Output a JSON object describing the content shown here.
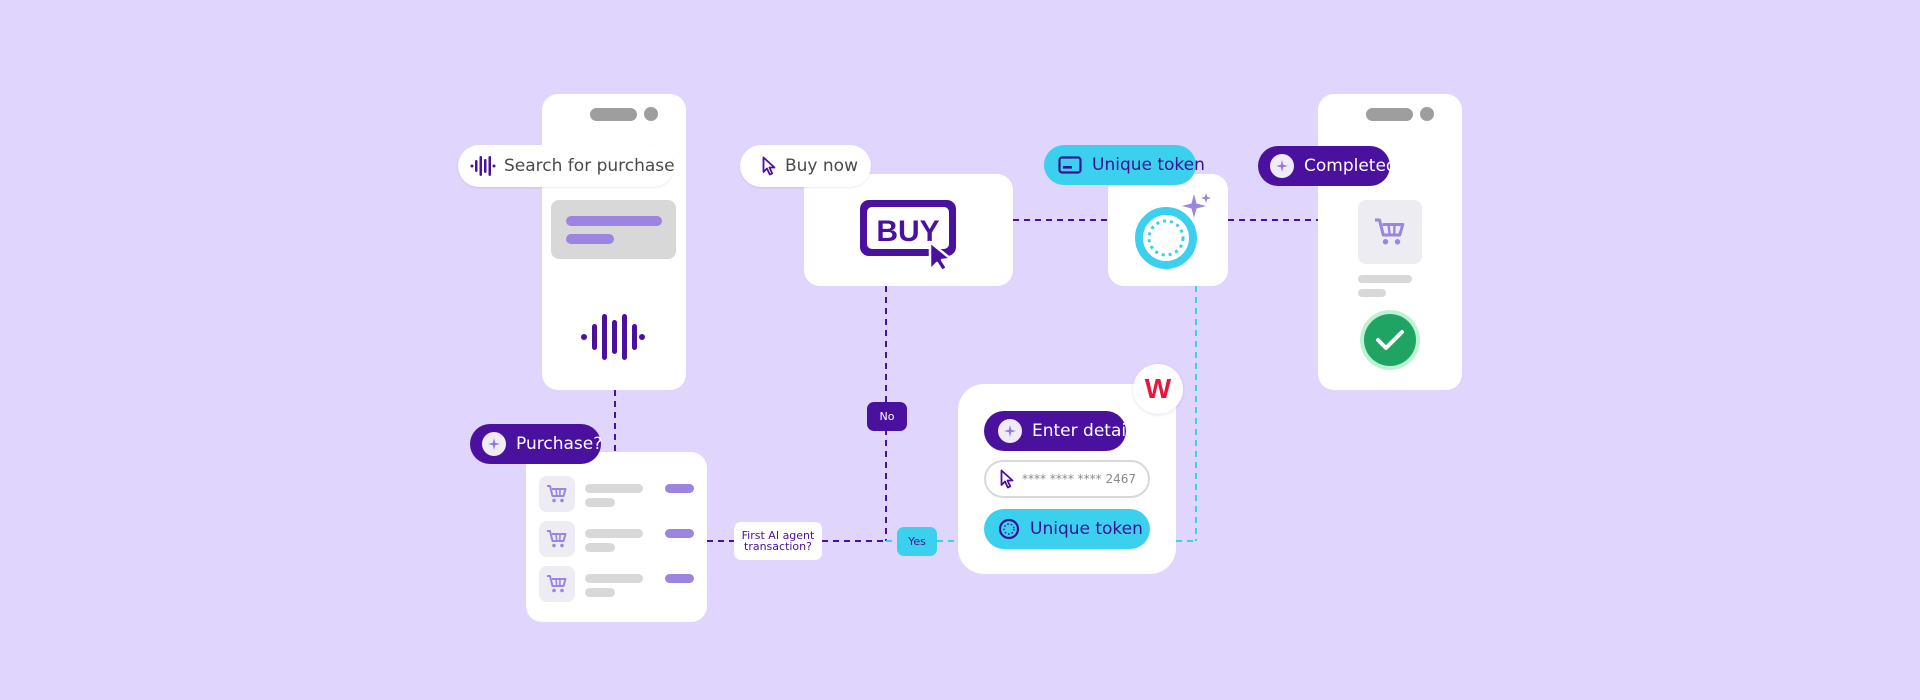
{
  "steps": {
    "search": {
      "label": "Search for purchase",
      "icon": "voice-wave-icon"
    },
    "purchase_question": {
      "label": "Purchase?",
      "icon": "ai-sparkle-icon"
    },
    "buy_now": {
      "label": "Buy now",
      "icon": "cursor-icon",
      "button_text": "BUY"
    },
    "unique_token_top": {
      "label": "Unique token",
      "icon": "card-icon"
    },
    "completed": {
      "label": "Completed",
      "icon": "ai-sparkle-icon"
    }
  },
  "decision": {
    "question": "First AI agent transaction?",
    "no_label": "No",
    "yes_label": "Yes"
  },
  "enrollment": {
    "brand_logo_text": "W",
    "enter_details_label": "Enter details",
    "card_number": "**** **** **** 2467",
    "unique_token_label": "Unique token"
  },
  "colors": {
    "background": "#e0d5fd",
    "brand_purple": "#4a119e",
    "accent_cyan": "#3cd0ef",
    "light_purple": "#9b85e0",
    "success_green": "#1fa463",
    "logo_red": "#e8173d"
  }
}
